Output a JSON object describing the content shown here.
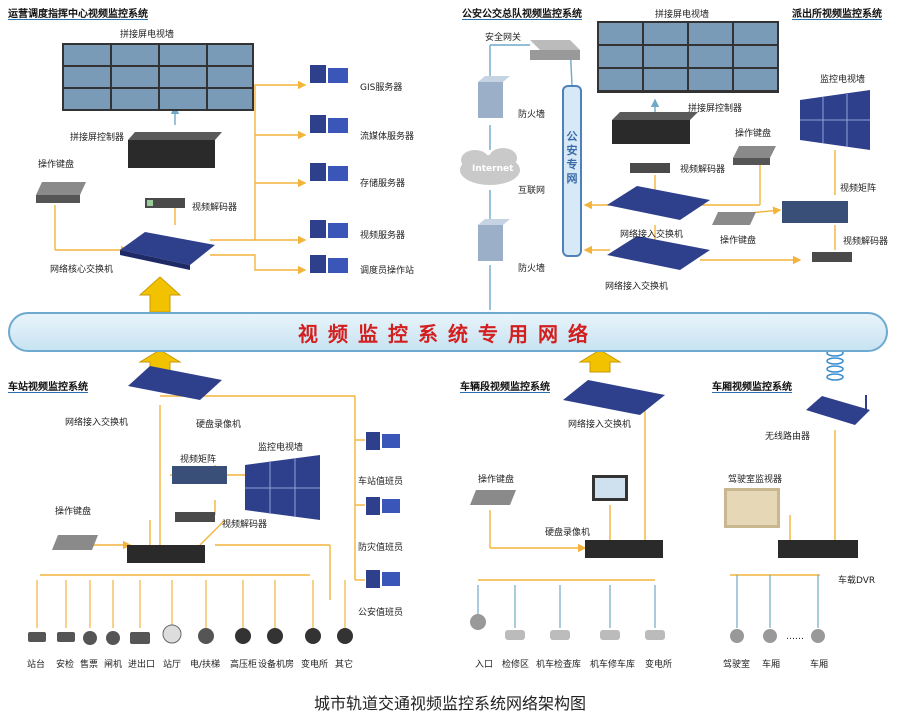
{
  "caption": "城市轨道交通视频监控系统网络架构图",
  "bus_label": "视频监控系统专用网络",
  "sections": {
    "ops": "运营调度指挥中心视频监控系统",
    "police": "公安公交总队视频监控系统",
    "station_police": "派出所视频监控系统",
    "station": "车站视频监控系统",
    "depot": "车辆段视频监控系统",
    "vehicle": "车厢视频监控系统"
  },
  "gov_net": "公安专网",
  "ops": {
    "videowall": "拼接屏电视墙",
    "controller": "拼接屏控制器",
    "keyboard": "操作键盘",
    "decoder": "视频解码器",
    "core_switch": "网络核心交换机",
    "servers": [
      "GIS服务器",
      "流媒体服务器",
      "存储服务器",
      "视频服务器",
      "调度员操作站"
    ]
  },
  "police": {
    "gateway": "安全网关",
    "firewall_top": "防火墙",
    "internet": "Internet",
    "internet_label": "互联网",
    "firewall_bottom": "防火墙",
    "videowall": "拼接屏电视墙",
    "controller": "拼接屏控制器",
    "keyboard": "操作键盘",
    "decoder": "视频解码器",
    "switch1": "网络接入交换机",
    "switch2": "网络接入交换机"
  },
  "station_police": {
    "wall": "监控电视墙",
    "matrix": "视频矩阵",
    "keyboard": "操作键盘",
    "decoder": "视频解码器"
  },
  "station": {
    "switch": "网络接入交换机",
    "dvr": "硬盘录像机",
    "matrix": "视频矩阵",
    "wall": "监控电视墙",
    "decoder": "视频解码器",
    "keyboard": "操作键盘",
    "workstations": [
      "车站值班员",
      "防灾值班员",
      "公安值班员"
    ],
    "cameras": [
      "站台",
      "安检",
      "售票",
      "闸机",
      "进出口",
      "站厅",
      "电/扶梯",
      "高压柜",
      "设备机房",
      "变电所",
      "其它"
    ]
  },
  "depot": {
    "switch": "网络接入交换机",
    "keyboard": "操作键盘",
    "dvr": "硬盘录像机",
    "cameras": [
      "入口",
      "检修区",
      "机车检查库",
      "机车修车库",
      "变电所"
    ]
  },
  "vehicle": {
    "router": "无线路由器",
    "monitor": "驾驶室监视器",
    "dvr": "车载DVR",
    "cameras": [
      "驾驶室",
      "车厢",
      "车厢"
    ],
    "dots": "……"
  },
  "colors": {
    "line": "#f4b43c",
    "arrow": "#f2c200",
    "bus_text": "#d21f1f",
    "device": "#2e3f8c"
  }
}
